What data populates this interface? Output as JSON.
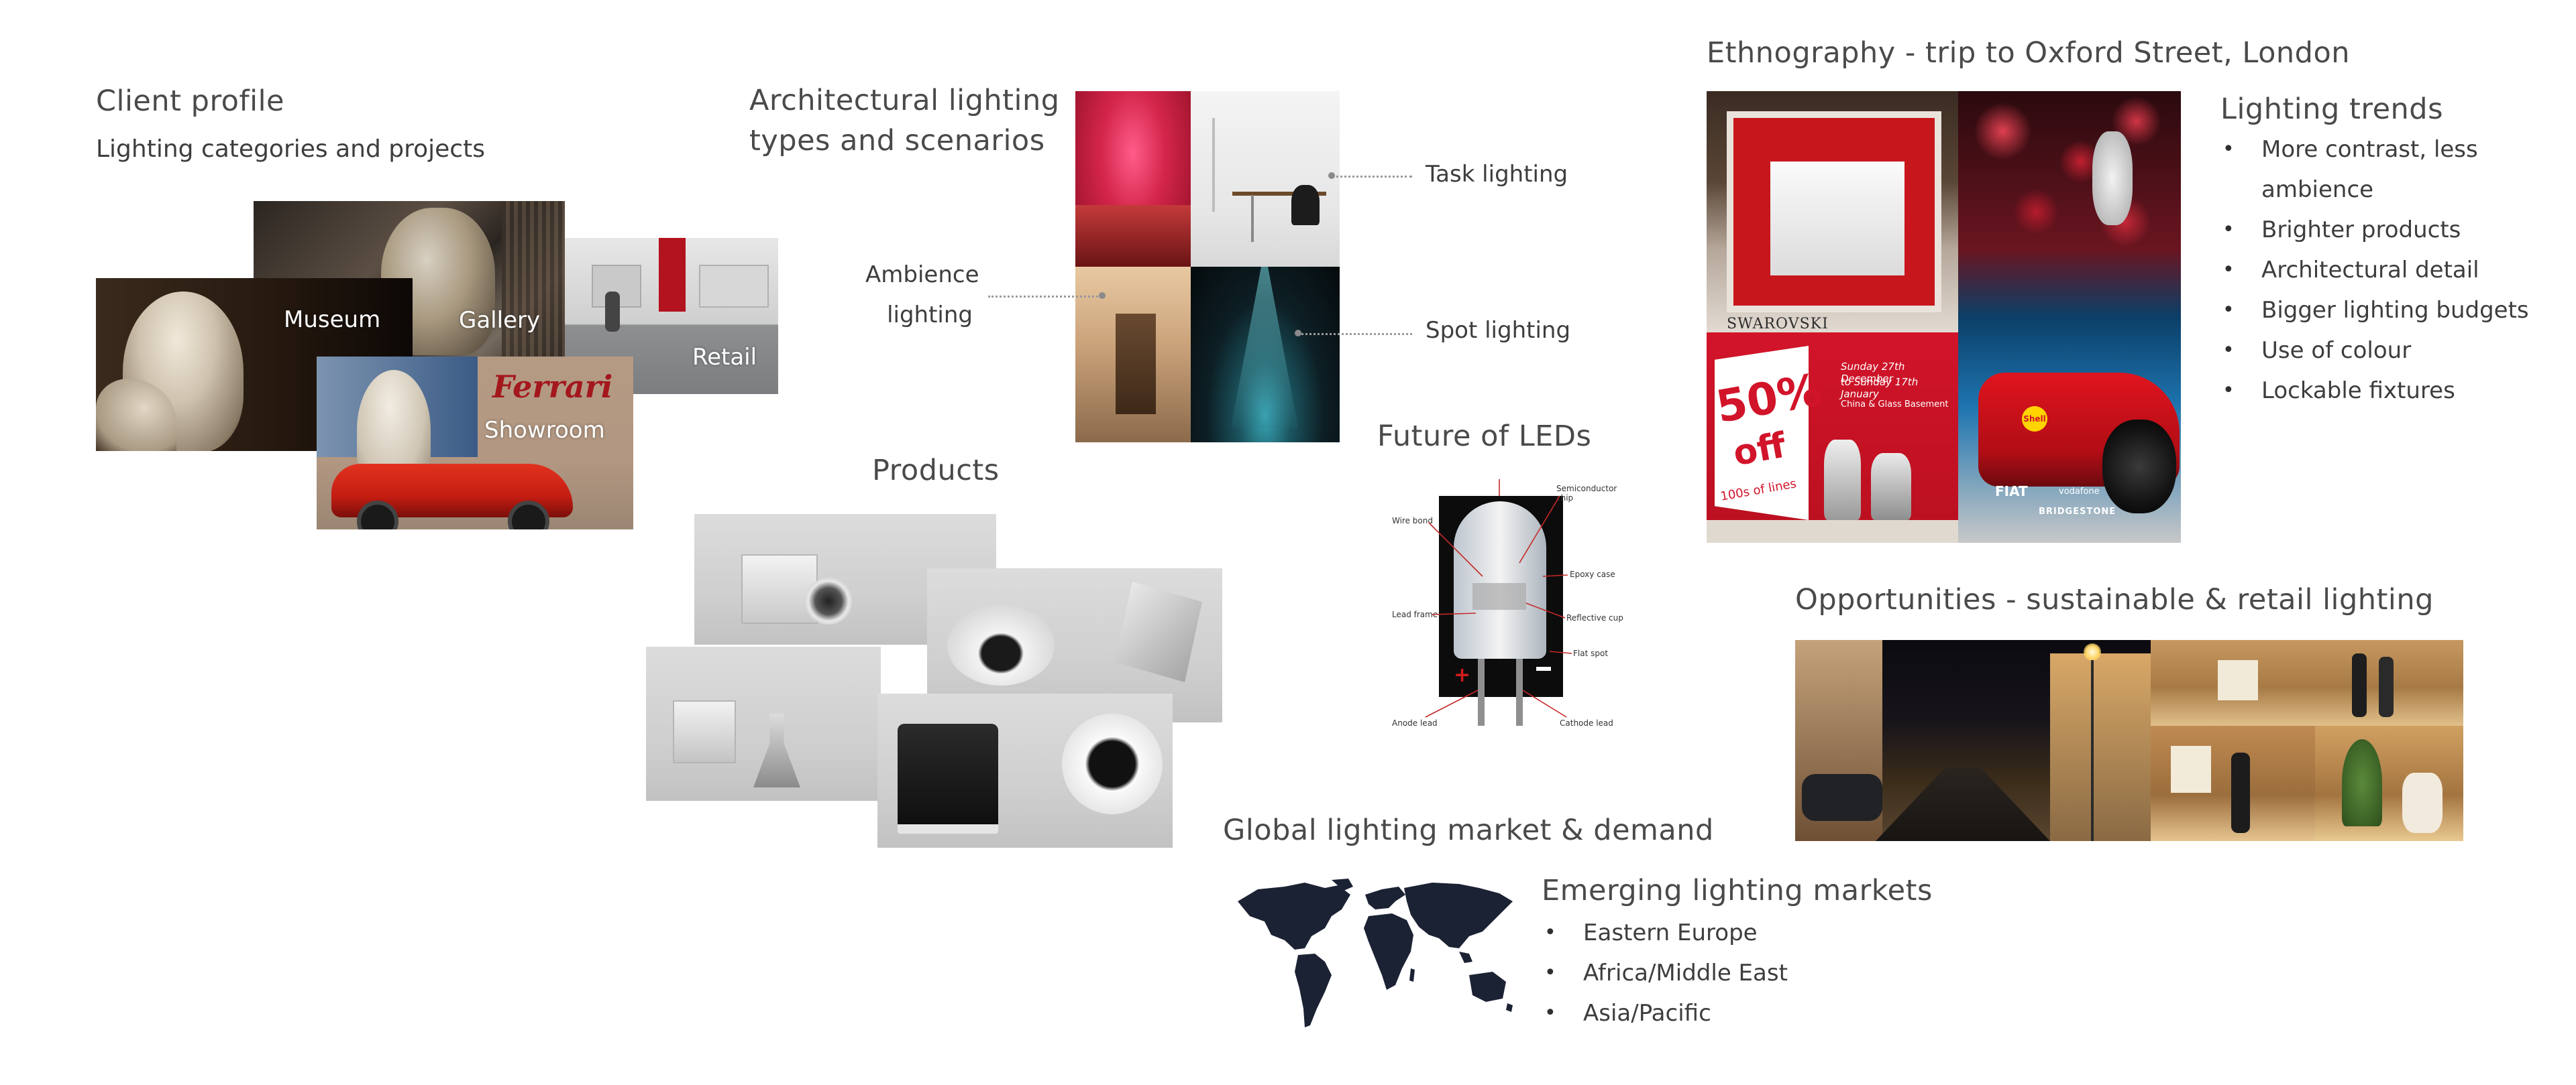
{
  "client_profile": {
    "title": "Client profile",
    "subtitle": "Lighting categories and projects",
    "tiles": [
      "Museum",
      "Gallery",
      "Retail",
      "Showroom"
    ],
    "showroom_sign": "Ferrari"
  },
  "architectural": {
    "title_line1": "Architectural lighting",
    "title_line2": "types and scenarios",
    "ambience_line1": "Ambience",
    "ambience_line2": "lighting",
    "task": "Task lighting",
    "spot": "Spot lighting"
  },
  "products": {
    "title": "Products"
  },
  "leds": {
    "title": "Future of LEDs",
    "diagram_labels": [
      "Wire bond",
      "Semiconductor chip",
      "Epoxy case",
      "Reflective cup",
      "Lead frame",
      "Flat spot",
      "Anode lead",
      "Cathode lead"
    ]
  },
  "ethnography": {
    "title": "Ethnography - trip to Oxford Street, London",
    "window_texts": {
      "swarovski": "SWAROVSKI",
      "sale_big": "50%",
      "sale_off": "off",
      "sale_lines": "100s of lines",
      "dates_1": "Sunday 27th December",
      "dates_2": "to Sunday 17th January",
      "china": "China & Glass Basement",
      "sponsor_shell": "Shell",
      "sponsor_vodafone": "vodafone",
      "sponsor_bridgestone": "BRIDGESTONE",
      "fiat": "FIAT"
    }
  },
  "trends": {
    "title": "Lighting trends",
    "items": [
      "More contrast, less ambience",
      "Brighter products",
      "Architectural detail",
      "Bigger lighting budgets",
      "Use of colour",
      "Lockable fixtures"
    ]
  },
  "opportunities": {
    "title": "Opportunities - sustainable & retail lighting"
  },
  "global": {
    "title": "Global lighting market & demand"
  },
  "emerging": {
    "title": "Emerging lighting markets",
    "items": [
      "Eastern Europe",
      "Africa/Middle East",
      "Asia/Pacific"
    ]
  },
  "colors": {
    "text": "#3a3a3a",
    "map_fill": "#1b2233",
    "accent_red": "#c4182c",
    "gallery_red": "#b3121f"
  }
}
